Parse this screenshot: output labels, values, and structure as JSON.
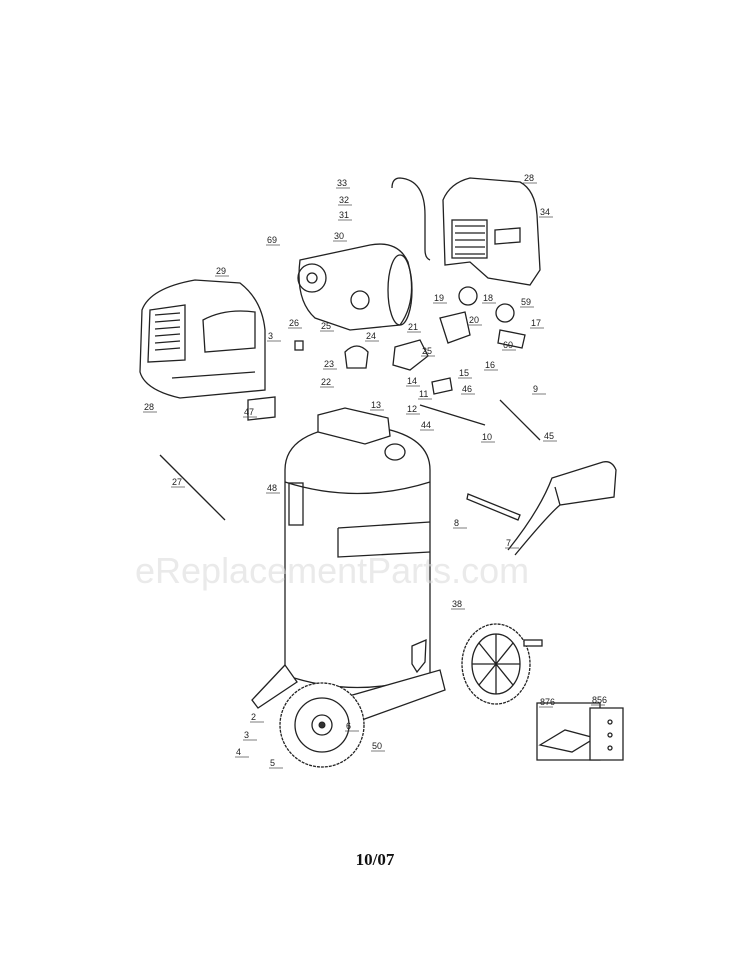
{
  "diagram": {
    "watermark": "eReplacementParts.com",
    "footer_date": "10/07",
    "callouts": [
      "33",
      "32",
      "31",
      "28",
      "34",
      "69",
      "30",
      "29",
      "18",
      "19",
      "59",
      "20",
      "17",
      "26",
      "3",
      "25",
      "24",
      "21",
      "60",
      "23",
      "25",
      "16",
      "15",
      "14",
      "22",
      "11",
      "46",
      "9",
      "28",
      "13",
      "12",
      "47",
      "44",
      "10",
      "45",
      "27",
      "48",
      "8",
      "7",
      "38",
      "876",
      "856",
      "2",
      "6",
      "3",
      "50",
      "4",
      "5"
    ]
  }
}
